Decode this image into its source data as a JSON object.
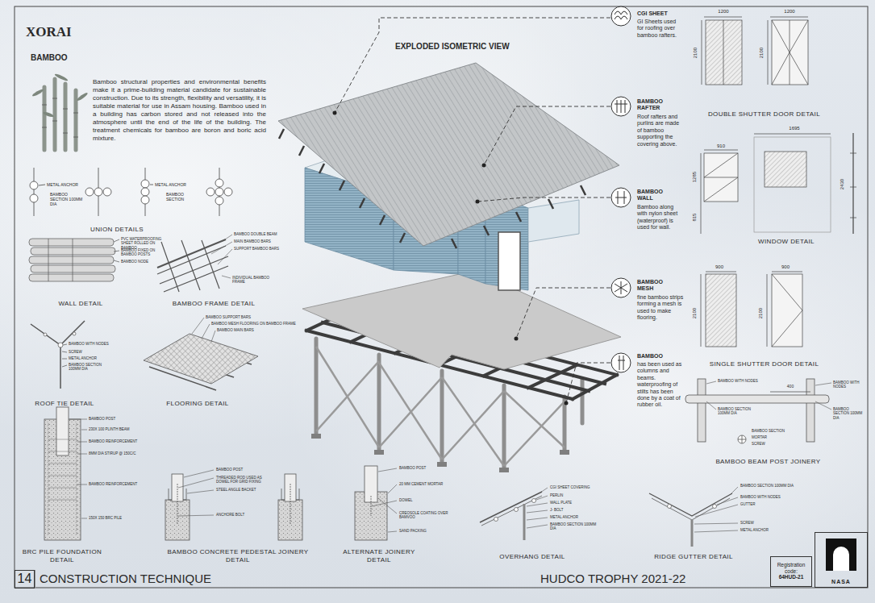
{
  "diagram": {
    "title": "XORAI",
    "nodes": [
      {
        "text": [
          "14"
        ]
      },
      {
        "text": [
          "Registration code:",
          "64HUD-21"
        ]
      },
      {
        "text": [
          "NASA"
        ]
      }
    ],
    "labels": [
      "BAMBOO",
      "Bamboo structural properties and environmental benefits make it a prime-building material candidate for sustainable construction. Due to its strength, flexibility and versatility, it is suitable material for use in Assam housing. Bamboo used in a building has carbon stored and not released into the atmosphere until the end of the life of the building. The treatment chemicals for bamboo are boron and boric acid mixture.",
      "EXPLODED ISOMETRIC VIEW",
      "CGI SHEET",
      "GI Sheets used for roofing over bamboo rafters.",
      "BAMBOO RAFTER",
      "Roof rafters and purlins are made of bamboo supporting the covering above.",
      "BAMBOO WALL",
      "Bamboo along with nylon sheet (waterproof) is used for wall.",
      "BAMBOO MESH",
      "fine bamboo strips forming a mesh is used to make flooring.",
      "BAMBOO",
      "has been used as columns and beams. waterproofing of stilts has been done by a coat of rubber oil.",
      "METAL ANCHOR",
      "BAMBOO SECTION 100MM DIA",
      "METAL ANCHOR",
      "BAMBOO SECTION",
      "UNION DETAILS",
      "PVC WATERPROOFING SHEET ROLLED ON BAMBOO",
      "BAMBOO FIXED ON BAMBOO POSTS",
      "BAMBOO NODE",
      "WALL DETAIL",
      "BAMBOO DOUBLE BEAM",
      "MAIN BAMBOO BARS",
      "SUPPORT BAMBOO BARS",
      "INDIVIDUAL BAMBOO FRAME",
      "BAMBOO FRAME DETAIL",
      "BAMBOO WITH NODES",
      "SCREW",
      "METAL ANCHOR",
      "BAMBOO SECTION 100MM DIA",
      "ROOF TIE DETAIL",
      "BAMBOO SUPPORT BARS",
      "BAMBOO MESH FLOORING ON BAMBOO FRAME",
      "BAMBOO MAIN BARS",
      "FLOORING DETAIL",
      "BAMBOO POST",
      "230X 100 PLINTH BEAM",
      "BAMBOO REINFORCEMENT",
      "8MM DIA STIRUP @ 150C/C",
      "BAMBOO REINFORCEMENT",
      "150X 150 BRC PILE",
      "BRC PILE FOUNDATION DETAIL",
      "BAMBOO POST",
      "THREADED ROD USED AS DOWEL FOR GRID FIXING",
      "STEEL ANGLE BACKET",
      "ANCHORE BOLT",
      "BAMBOO CONCRETE PEDESTAL JOINERY DETAIL",
      "BAMBOO POST",
      "20 MM CEMENT MORTAR",
      "DOWEL",
      "CREOSOLE COATING OVER BAMVOO",
      "SAND PACKING",
      "ALTERNATE JOINERY DETAIL",
      "CGI SHEET COVERING",
      "PERLIN",
      "WALL PLATE",
      "J- BOLT",
      "METAL ANCHOR",
      "BAMBOO SECTION 100MM DIA",
      "OVERHANG DETAIL",
      "BAMBOO SECTION 100MM DIA",
      "BAMBOO WITH NODES",
      "GUTTER",
      "SCREW",
      "METAL ANCHOR",
      "RIDGE GUTTER DETAIL",
      "1200",
      "1200",
      "2100",
      "2100",
      "DOUBLE SHUTTER DOOR DETAIL",
      "1695",
      "910",
      "1285",
      "815",
      "2430",
      "WINDOW DETAIL",
      "900",
      "900",
      "2100",
      "2100",
      "SINGLE SHUTTER DOOR DETAIL",
      "BAMBOO WITH NODES",
      "BAMBOO SECTION 100MM DIA",
      "400",
      "BAMBOO WITH NODES",
      "BAMBOO SECTION 100MM DIA",
      "BAMBOO SECTION",
      "MORTAR",
      "SCREW",
      "BAMBOO BEAM POST JOINERY",
      "CONSTRUCTION TECHNIQUE",
      "HUDCO TROPHY 2021-22"
    ]
  }
}
